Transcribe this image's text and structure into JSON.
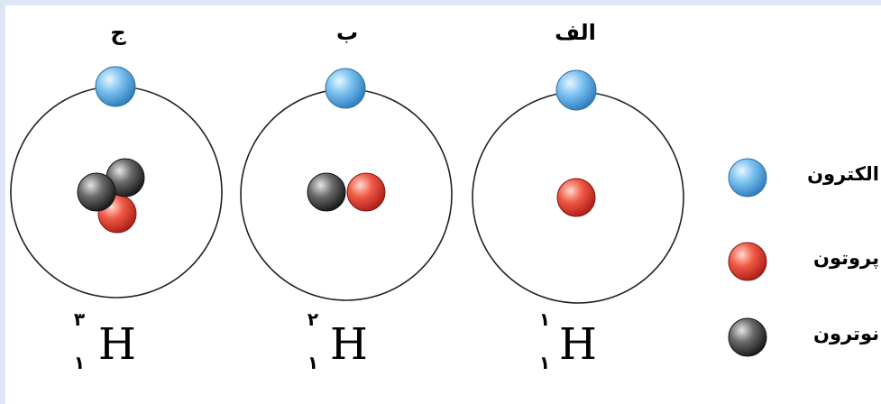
{
  "columns": [
    {
      "title": "ج",
      "symbol": "H",
      "mass_number": "۳",
      "atomic_number": "۱",
      "protons": 1,
      "neutrons": 2,
      "electrons": 1
    },
    {
      "title": "ب",
      "symbol": "H",
      "mass_number": "۲",
      "atomic_number": "۱",
      "protons": 1,
      "neutrons": 1,
      "electrons": 1
    },
    {
      "title": "الف",
      "symbol": "H",
      "mass_number": "۱",
      "atomic_number": "۱",
      "protons": 1,
      "neutrons": 0,
      "electrons": 1
    }
  ],
  "legend": [
    {
      "label": "الکترون",
      "color": "#5fb0e8"
    },
    {
      "label": "پروتون",
      "color": "#e8483a"
    },
    {
      "label": "نوترون",
      "color": "#4a4a4a"
    }
  ],
  "colors": {
    "electron": "#5fb0e8",
    "proton": "#e8483a",
    "neutron": "#4a4a4a",
    "orbit": "#222222",
    "frame": "#dde6f4"
  }
}
